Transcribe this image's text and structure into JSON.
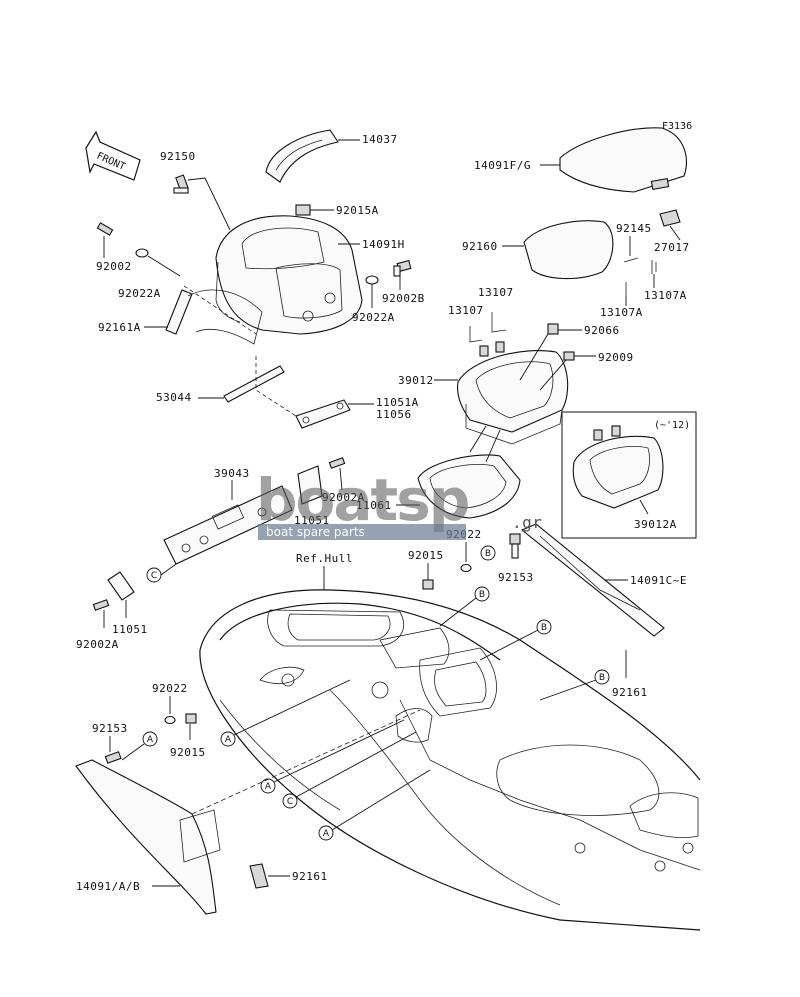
{
  "figure_code": "F3136",
  "front_label": "FRONT",
  "ref_hull": "Ref.Hull",
  "variant_note": "(~'12)",
  "watermark": {
    "logo": "boatsp",
    "suffix": ".gr",
    "tagline": "boat spare parts"
  },
  "callouts": [
    "A",
    "B",
    "C"
  ],
  "parts": {
    "p14037": "14037",
    "p92150": "92150",
    "p92015A": "92015A",
    "p14091H": "14091H",
    "p92002": "92002",
    "p92022A_l": "92022A",
    "p92002B": "92002B",
    "p92022A_r": "92022A",
    "p92161A": "92161A",
    "p53044": "53044",
    "p11051A": "11051A",
    "p11056": "11056",
    "p14091FG": "14091F/G",
    "p92145": "92145",
    "p27017": "27017",
    "p92160": "92160",
    "p13107_a": "13107",
    "p13107_b": "13107",
    "p13107A_l": "13107A",
    "p13107A_r": "13107A",
    "p92066": "92066",
    "p92009": "92009",
    "p39012": "39012",
    "p39012A": "39012A",
    "p39043": "39043",
    "p92002A_m": "92002A",
    "p11051_m": "11051",
    "p11061": "11061",
    "p92022_m": "92022",
    "p92015_m": "92015",
    "p92153_m": "92153",
    "p14091CE": "14091C~E",
    "p11051_l": "11051",
    "p92002A_l": "92002A",
    "p92161_r": "92161",
    "p92022_l": "92022",
    "p92153_l": "92153",
    "p92015_l": "92015",
    "p92161_b": "92161",
    "p14091AB": "14091/A/B"
  }
}
